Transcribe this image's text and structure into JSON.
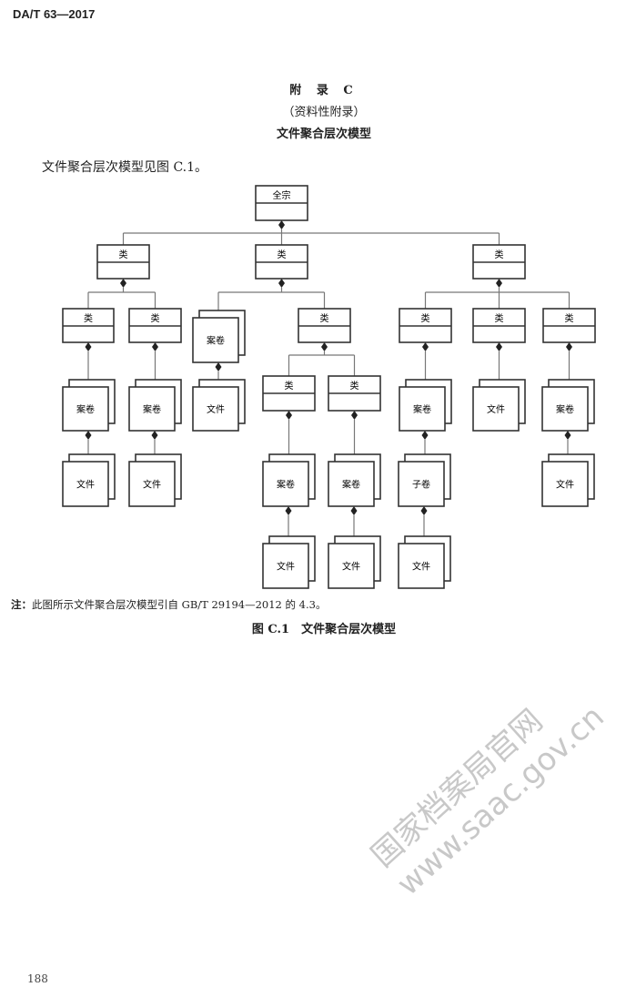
{
  "header": {
    "standard_no": "DA/T 63—2017"
  },
  "appendix": {
    "title": "附 录 C",
    "subtitle": "（资料性附录）",
    "name": "文件聚合层次模型"
  },
  "intro": "文件聚合层次模型见图 C.1。",
  "diagram": {
    "nodes": {
      "root": "全宗",
      "l1a": "类",
      "l1b": "类",
      "l1c": "类",
      "l2a1": "类",
      "l2a2": "类",
      "l2b1": "案卷",
      "l2b2": "类",
      "l2c1": "类",
      "l2c2": "类",
      "l2c3": "类",
      "l3a1": "案卷",
      "l3a2": "案卷",
      "l3b1": "文件",
      "l3b2a": "类",
      "l3b2b": "类",
      "l3c1": "案卷",
      "l3c2": "文件",
      "l3c3": "案卷",
      "l4a1": "文件",
      "l4a2": "文件",
      "l4b2a": "案卷",
      "l4b2b": "案卷",
      "l4c1": "子卷",
      "l4c3": "文件",
      "l5b2a": "文件",
      "l5b2b": "文件",
      "l5c1": "文件"
    }
  },
  "note": {
    "prefix": "注：",
    "text": "此图所示文件聚合层次模型引自 GB/T 29194—2012 的 4.3。"
  },
  "caption": "图 C.1　文件聚合层次模型",
  "page_number": "188",
  "watermark": {
    "line1": "国家档案局官网",
    "line2": "www.saac.gov.cn"
  }
}
